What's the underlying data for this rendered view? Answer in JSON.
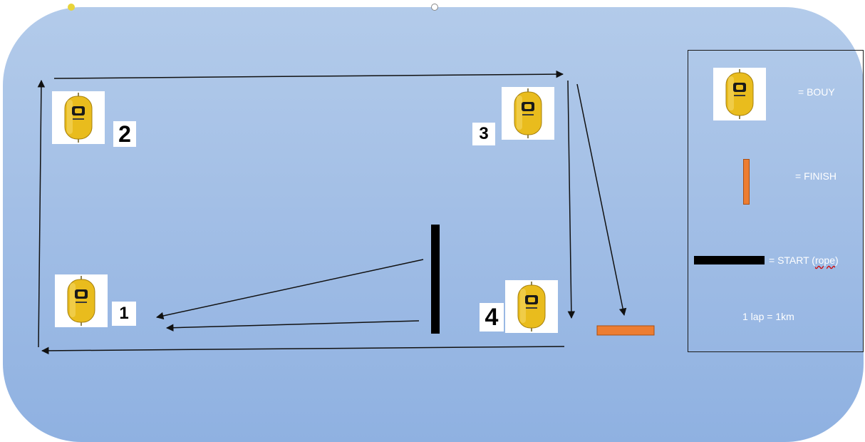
{
  "markers": {
    "buoy1": "1",
    "buoy2": "2",
    "buoy3": "3",
    "buoy4": "4"
  },
  "legend": {
    "buoy_label": "= BOUY",
    "finish_label": "= FINISH",
    "start_prefix": "= START (",
    "start_word": "rope",
    "start_suffix": ")",
    "lap_note": "1 lap = 1km"
  },
  "colors": {
    "water_top": "#b3cbea",
    "water_bottom": "#8fb1e1",
    "buoy_yellow": "#e9bc1d",
    "finish_orange": "#ed7d31",
    "start_rope": "#000000"
  },
  "icons": {
    "buoy": "buoy-icon",
    "finish": "finish-line-icon",
    "start": "start-rope-icon"
  }
}
